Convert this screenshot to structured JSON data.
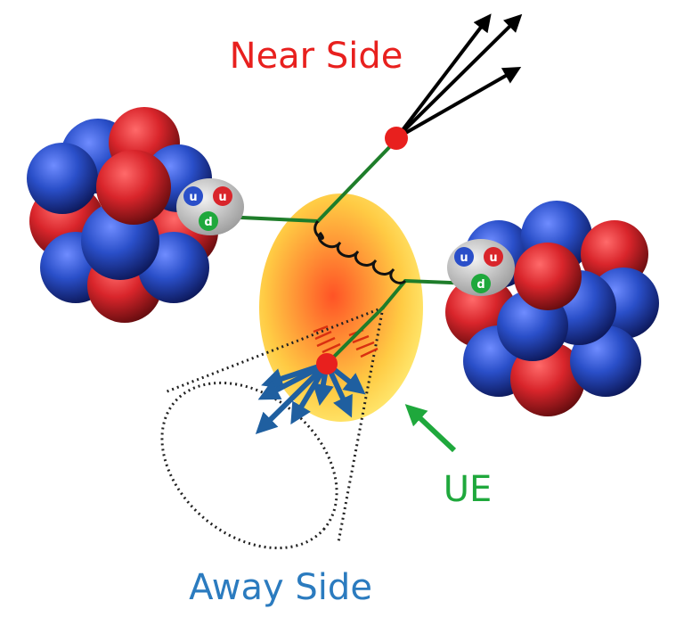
{
  "labels": {
    "near_side": "Near Side",
    "away_side": "Away Side",
    "ue": "UE"
  },
  "parton_labels": {
    "left": [
      "u",
      "u",
      "d"
    ],
    "right": [
      "u",
      "u",
      "d"
    ]
  },
  "colors": {
    "near_side": "#e8201e",
    "away_side": "#2b7bbf",
    "ue": "#1fa83c",
    "parton_line": "#1e7d2a",
    "nucleon_red": "#d9252b",
    "nucleon_blue": "#2a4fc9",
    "away_jet_arrow": "#1f5fa0",
    "near_jet_arrow": "#000000",
    "medium_core": "#ff5a1f",
    "medium_edge": "#ffe14a"
  }
}
